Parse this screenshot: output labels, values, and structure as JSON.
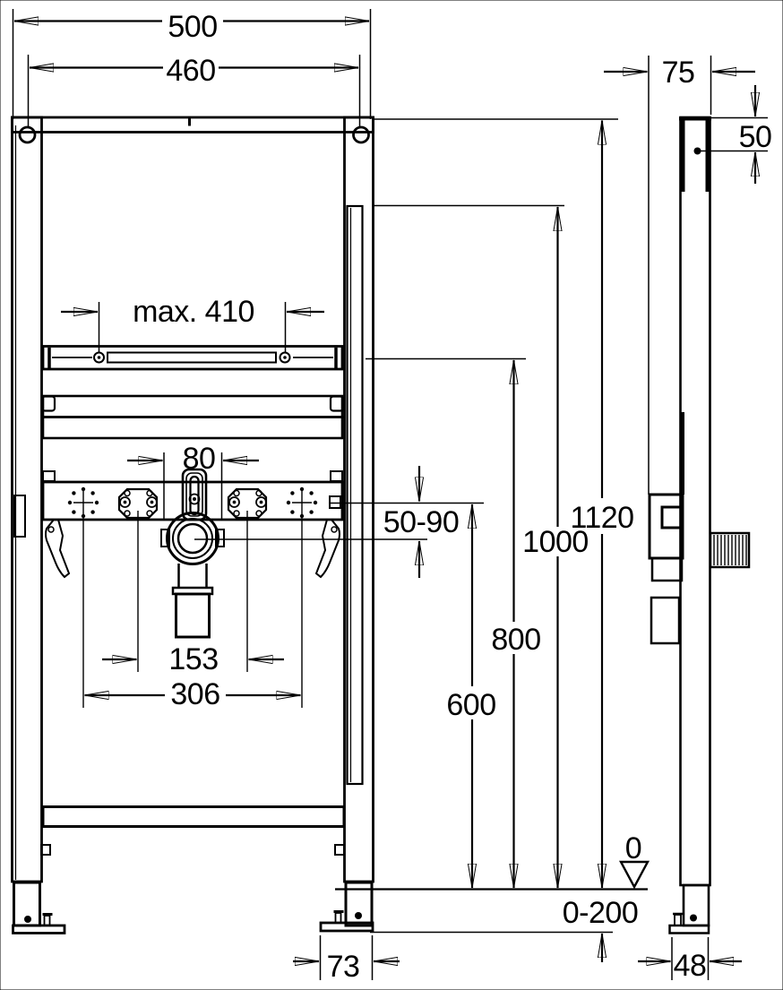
{
  "drawing": {
    "type": "installation-frame-technical-drawing",
    "views": [
      "front",
      "side"
    ],
    "line_color": "#000000",
    "background": "#ffffff"
  },
  "dims": {
    "overall_width": "500",
    "anchor_spacing": "460",
    "rail_max": "max. 410",
    "tap_spacing": "80",
    "trap_range": "50-90",
    "h_total": "1120",
    "h_anchor": "1000",
    "h_rail": "800",
    "h_drain": "600",
    "offset_half": "153",
    "offset_full": "306",
    "floor_range": "0-200",
    "datum_zero": "0",
    "foot_width": "73",
    "depth": "75",
    "hole_offset": "50",
    "side_foot": "48"
  }
}
